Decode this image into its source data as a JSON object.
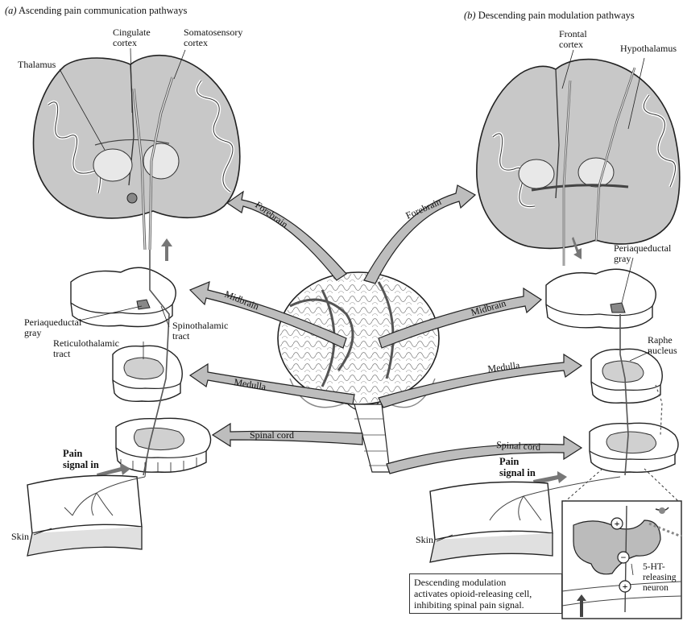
{
  "title_a_letter": "(a)",
  "title_a": "Ascending pain communication pathways",
  "title_b_letter": "(b)",
  "title_b": "Descending pain modulation pathways",
  "left": {
    "cingulate": "Cingulate\ncortex",
    "somatosensory": "Somatosensory\ncortex",
    "thalamus": "Thalamus",
    "periaqueductal": "Periaqueductal\ngray",
    "spinothalamic": "Spinothalamic\ntract",
    "reticulothalamic": "Reticulothalamic\ntract",
    "pain_signal": "Pain\nsignal in",
    "skin": "Skin"
  },
  "right": {
    "frontal": "Frontal\ncortex",
    "hypothalamus": "Hypothalamus",
    "periaqueductal": "Periaqueductal\ngray",
    "raphe": "Raphe\nnucleus",
    "pain_signal": "Pain\nsignal in",
    "skin": "Skin",
    "ht_neuron": "5-HT-\nreleasing\nneuron",
    "caption": "Descending modulation\nactivates opioid-releasing cell,\ninhibiting spinal pain signal."
  },
  "arrows": {
    "forebrain": "Forebrain",
    "midbrain": "Midbrain",
    "medulla": "Medulla",
    "spinal_cord": "Spinal cord"
  },
  "signs": {
    "plus": "+",
    "minus": "−"
  }
}
